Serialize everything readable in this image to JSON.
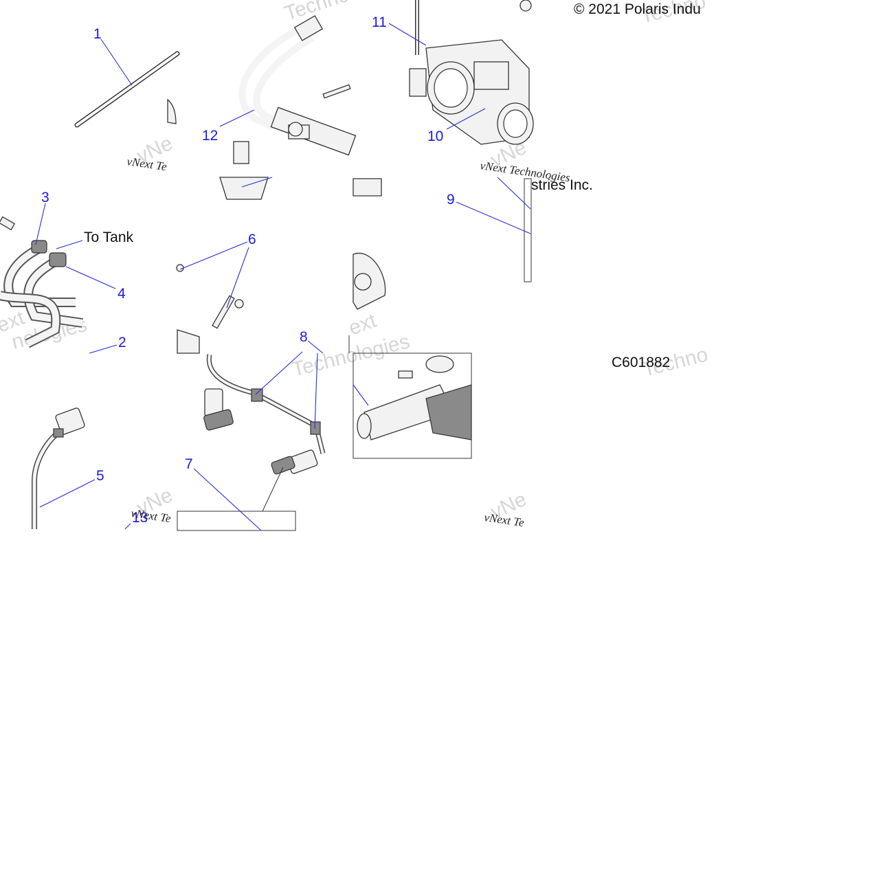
{
  "copyright": "© 2021 Polaris Indu",
  "copyright_tail": "stries Inc.",
  "drawing_code": "C601882",
  "note_to_tank": "To Tank",
  "watermarks": {
    "script": "vNext Te",
    "script_long": "vNext Technologies",
    "ghost": "Technologies",
    "ghost_short": "Techno",
    "ghost_vnext": "vNe",
    "ghost_ext": "ext",
    "ghost_nologies": "nologies"
  },
  "callouts": {
    "c1": "1",
    "c2": "2",
    "c3": "3",
    "c4": "4",
    "c5": "5",
    "c6": "6",
    "c7": "7",
    "c8": "8",
    "c9": "9",
    "c10": "10",
    "c11": "11",
    "c12": "12",
    "c13": "13"
  },
  "colors": {
    "callout": "#1a1adf",
    "leader": "#2a2ad8",
    "line_art": "#333333"
  }
}
